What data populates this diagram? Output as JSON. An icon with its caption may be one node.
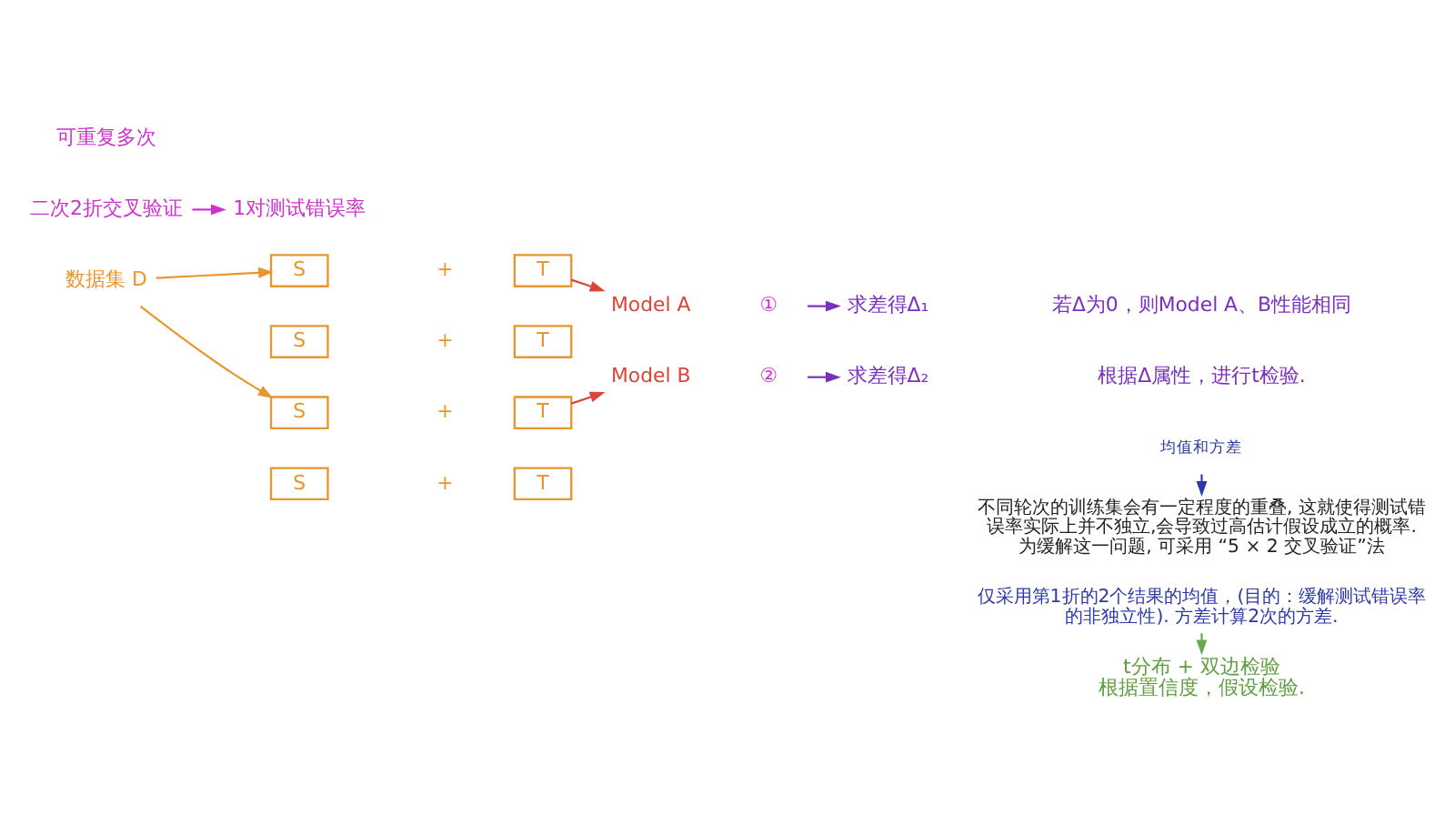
{
  "diagram": {
    "nodes": [
      {
        "text": [
          "二次2折交叉验证"
        ]
      },
      {
        "text": [
          "1对测试错误率"
        ]
      },
      {
        "text": [
          "数据集 D"
        ]
      },
      {
        "text": [
          "S"
        ]
      },
      {
        "text": [
          "T"
        ]
      },
      {
        "text": [
          "S"
        ]
      },
      {
        "text": [
          "T"
        ]
      },
      {
        "text": [
          "Model A"
        ]
      },
      {
        "text": [
          "S"
        ]
      },
      {
        "text": [
          "T"
        ]
      },
      {
        "text": [
          "S"
        ]
      },
      {
        "text": [
          "T"
        ]
      },
      {
        "text": [
          "Model B"
        ]
      },
      {
        "text": [
          "①"
        ]
      },
      {
        "text": [
          "求差得Δ₁"
        ]
      },
      {
        "text": [
          "②"
        ]
      },
      {
        "text": [
          "求差得Δ₂"
        ]
      },
      {
        "text": [
          "若Δ为0，则Model A、B性能相同"
        ]
      },
      {
        "text": [
          "根据Δ属性，进行t检验."
        ]
      },
      {
        "text": [
          "均值和方差"
        ]
      },
      {
        "text": [
          "不同轮次的训练集会有一定程度的重叠, 这就使得测试错误率实际上并不独立,会导致过高估计假设成立的概率. 为缓解这一问题, 可采用 “5 × 2 交叉验证”法"
        ]
      },
      {
        "text": [
          "仅采用第1折的2个结果的均值，(目的：缓解测试错误率的非独立性). 方差计算2次的方差."
        ]
      },
      {
        "text": [
          "t分布 + 双边检验",
          "根据置信度，假设检验."
        ]
      }
    ],
    "edges": [
      {
        "from": 0,
        "to": 1,
        "arrow": "to",
        "color": "#cc33cc"
      },
      {
        "from": 2,
        "to": 3,
        "arrow": "to",
        "color": "#e8962e"
      },
      {
        "from": 2,
        "to": 8,
        "arrow": "to",
        "color": "#e8962e"
      },
      {
        "from": 4,
        "to": 7,
        "arrow": "to",
        "color": "#d9463a"
      },
      {
        "from": 9,
        "to": 12,
        "arrow": "to",
        "color": "#d9463a"
      },
      {
        "from": 13,
        "to": 14,
        "arrow": "to",
        "color": "#7b2fbf"
      },
      {
        "from": 15,
        "to": 16,
        "arrow": "to",
        "color": "#7b2fbf"
      },
      {
        "from": 19,
        "to": 20,
        "arrow": "to",
        "color": "#2b3aa8"
      },
      {
        "from": 21,
        "to": 22,
        "arrow": "to",
        "color": "#6aa84f"
      }
    ],
    "labels": [
      "可重复多次",
      "+",
      "+",
      "+",
      "+"
    ]
  }
}
